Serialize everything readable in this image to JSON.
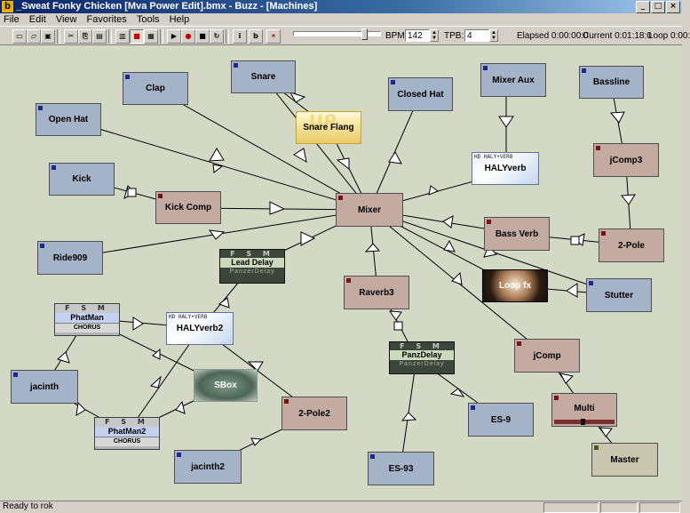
{
  "window": {
    "title": "_Sweat Fonky Chicken [Mva Power Edit].bmx - Buzz - [Machines]",
    "app_icon": "b"
  },
  "menu": [
    "File",
    "Edit",
    "View",
    "Favorites",
    "Tools",
    "Help"
  ],
  "toolbar": {
    "bpm_label": "BPM:",
    "bpm_value": "142",
    "tpb_label": "TPB:",
    "tpb_value": "4",
    "volume_level": 0.85,
    "elapsed": "Elapsed 0:00:00:0",
    "current": "Current 0:01:18:0",
    "loop": "Loop 0:00:"
  },
  "status": {
    "text": "Ready to rok"
  },
  "colors": {
    "generator": "#a5b3c8",
    "effect": "#c3aba1",
    "master": "#c9c6b0",
    "workspace": "#d4d9c6"
  },
  "machines": {
    "clap": "Clap",
    "snare": "Snare",
    "closed_hat": "Closed Hat",
    "mixer_aux": "Mixer Aux",
    "bassline": "Bassline",
    "open_hat": "Open Hat",
    "snare_flang": "Snare Flang",
    "kick": "Kick",
    "kick_comp": "Kick Comp",
    "mixer": "Mixer",
    "haly_verb": "HALYverb",
    "jcomp3": "jComp3",
    "bass_verb": "Bass Verb",
    "two_pole": "2-Pole",
    "ride909": "Ride909",
    "lead_delay": "Lead Delay",
    "panzer_delay_sub": "PanzerDelay",
    "raverb3": "Raverb3",
    "loop_fx": "Loop fx",
    "stutter": "Stutter",
    "phatman": "PhatMan",
    "chorus_sub": "CHORUS",
    "haly_verb2": "HALYverb2",
    "panz_delay": "PanzDelay",
    "jcomp": "jComp",
    "jacinth": "jacinth",
    "sbox": "SBox",
    "two_pole2": "2-Pole2",
    "es9": "ES-9",
    "multi": "Multi",
    "phatman2": "PhatMan2",
    "master": "Master",
    "jacinth2": "jacinth2",
    "es93": "ES-93",
    "fsm_badge": "F S M",
    "haly_header": "HD HALY•VERB"
  }
}
